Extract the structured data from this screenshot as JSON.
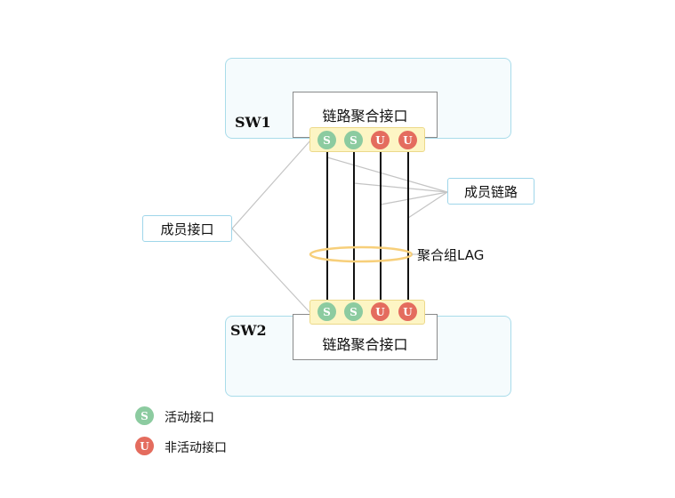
{
  "sw1": {
    "label": "SW1",
    "lag_interface_label": "链路聚合接口",
    "ports": [
      {
        "symbol": "S",
        "state": "active"
      },
      {
        "symbol": "S",
        "state": "active"
      },
      {
        "symbol": "U",
        "state": "inactive"
      },
      {
        "symbol": "U",
        "state": "inactive"
      }
    ]
  },
  "sw2": {
    "label": "SW2",
    "lag_interface_label": "链路聚合接口",
    "ports": [
      {
        "symbol": "S",
        "state": "active"
      },
      {
        "symbol": "S",
        "state": "active"
      },
      {
        "symbol": "U",
        "state": "inactive"
      },
      {
        "symbol": "U",
        "state": "inactive"
      }
    ]
  },
  "callouts": {
    "member_interface": "成员接口",
    "member_link": "成员链路",
    "lag_group": "聚合组LAG"
  },
  "legend": {
    "active": {
      "symbol": "S",
      "label": "活动接口"
    },
    "inactive": {
      "symbol": "U",
      "label": "非活动接口"
    }
  },
  "colors": {
    "active": "#8ccba0",
    "inactive": "#e46c5e",
    "lag_ring": "#f7cf7a",
    "switch_border": "#a9dcea",
    "port_strip": "#fdf5c4"
  }
}
